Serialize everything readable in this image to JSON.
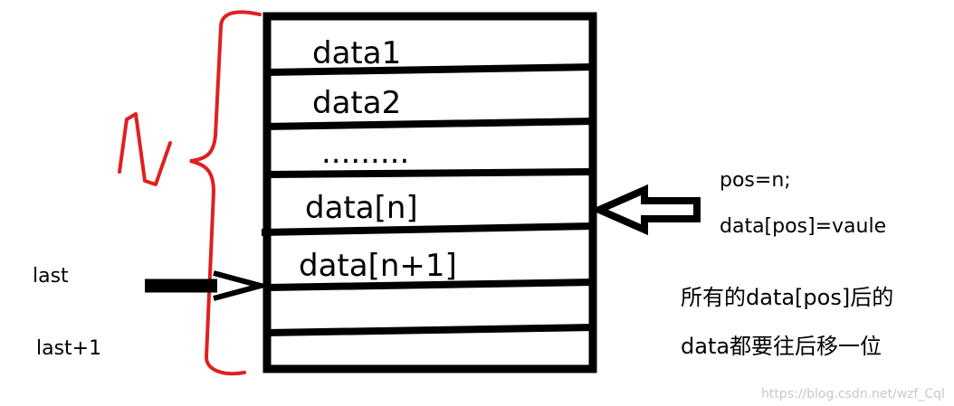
{
  "array": {
    "cells": [
      "data1",
      "data2",
      ".........",
      "data[n]",
      "data[n+1]",
      "",
      ""
    ]
  },
  "brace": {
    "label": "N",
    "color": "#e02020"
  },
  "pointers": {
    "last": "last",
    "last_plus_one": "last+1"
  },
  "notes": {
    "line1": "pos=n;",
    "line2": "data[pos]=vaule",
    "line3": "所有的data[pos]后的",
    "line4": "data都要往后移一位"
  },
  "watermark": "https://blog.csdn.net/wzf_Cql"
}
